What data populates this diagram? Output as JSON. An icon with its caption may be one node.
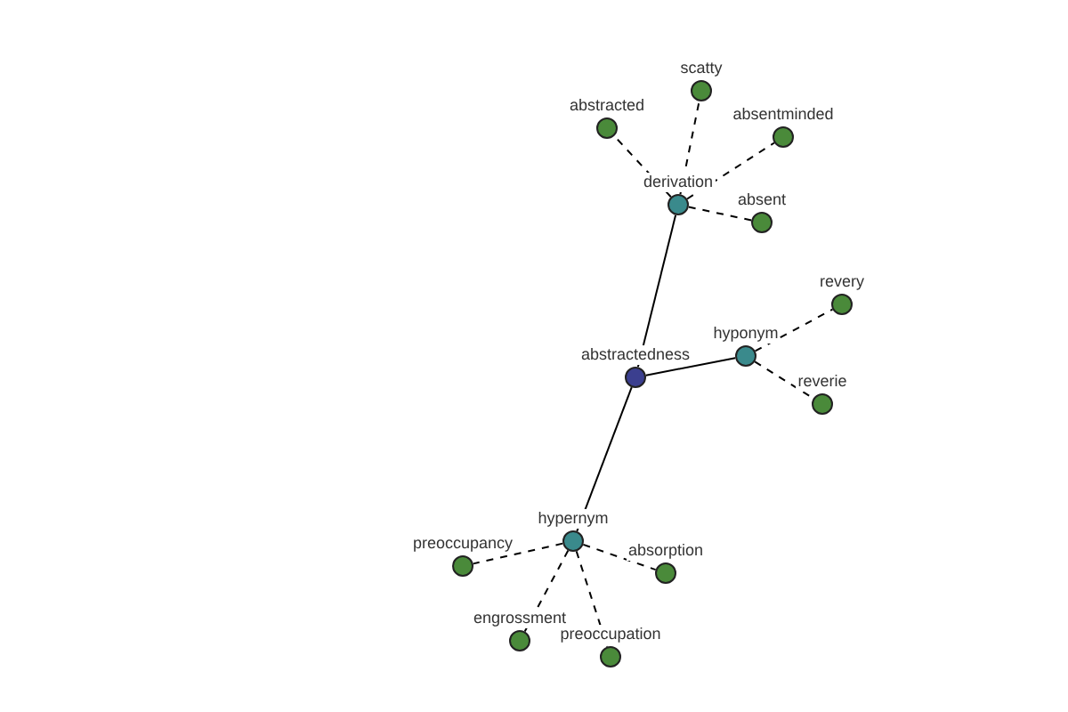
{
  "diagram": {
    "nodes": [
      {
        "text": [
          "abstractedness"
        ]
      },
      {
        "text": [
          "derivation"
        ]
      },
      {
        "text": [
          "hyponym"
        ]
      },
      {
        "text": [
          "hypernym"
        ]
      },
      {
        "text": [
          "scatty"
        ]
      },
      {
        "text": [
          "abstracted"
        ]
      },
      {
        "text": [
          "absentminded"
        ]
      },
      {
        "text": [
          "absent"
        ]
      },
      {
        "text": [
          "revery"
        ]
      },
      {
        "text": [
          "reverie"
        ]
      },
      {
        "text": [
          "preoccupancy"
        ]
      },
      {
        "text": [
          "absorption"
        ]
      },
      {
        "text": [
          "engrossment"
        ]
      },
      {
        "text": [
          "preoccupation"
        ]
      }
    ],
    "edges": [
      {
        "from": 0,
        "to": 1,
        "arrow": "none"
      },
      {
        "from": 0,
        "to": 2,
        "arrow": "none"
      },
      {
        "from": 0,
        "to": 3,
        "arrow": "none"
      },
      {
        "from": 1,
        "to": 4,
        "arrow": "none",
        "style": "dashed"
      },
      {
        "from": 1,
        "to": 5,
        "arrow": "none",
        "style": "dashed"
      },
      {
        "from": 1,
        "to": 6,
        "arrow": "none",
        "style": "dashed"
      },
      {
        "from": 1,
        "to": 7,
        "arrow": "none",
        "style": "dashed"
      },
      {
        "from": 2,
        "to": 8,
        "arrow": "none",
        "style": "dashed"
      },
      {
        "from": 2,
        "to": 9,
        "arrow": "none",
        "style": "dashed"
      },
      {
        "from": 3,
        "to": 10,
        "arrow": "none",
        "style": "dashed"
      },
      {
        "from": 3,
        "to": 11,
        "arrow": "none",
        "style": "dashed"
      },
      {
        "from": 3,
        "to": 12,
        "arrow": "none",
        "style": "dashed"
      },
      {
        "from": 3,
        "to": 13,
        "arrow": "none",
        "style": "dashed"
      }
    ]
  }
}
